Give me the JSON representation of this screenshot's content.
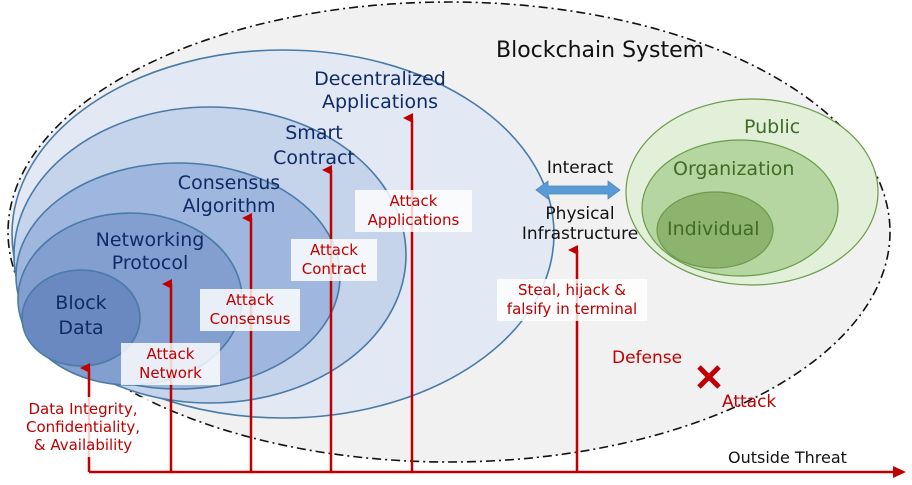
{
  "title": "Blockchain System",
  "colors": {
    "attack_red": "#c00000",
    "layer_text": "#0f2a66",
    "layer_stroke": "#4a7aa8",
    "green_stroke": "#6a9a4a",
    "interact_arrow": "#5b9bd5",
    "system_fill": "#f1f1f1"
  },
  "layers": [
    {
      "name": "Decentralized Applications",
      "line1": "Decentralized",
      "line2": "Applications",
      "fill": "#e3e9f4"
    },
    {
      "name": "Smart Contract",
      "line1": "Smart",
      "line2": "Contract",
      "fill": "#c5d4ea"
    },
    {
      "name": "Consensus Algorithm",
      "line1": "Consensus",
      "line2": "Algorithm",
      "fill": "#9fb6de"
    },
    {
      "name": "Networking Protocol",
      "line1": "Networking",
      "line2": "Protocol",
      "fill": "#839fcf"
    },
    {
      "name": "Block Data",
      "line1": "Block",
      "line2": "Data",
      "fill": "#6a89c0"
    }
  ],
  "attacks": [
    {
      "id": "data",
      "line1": "Data Integrity,",
      "line2": "Confidentiality,",
      "line3": "& Availability"
    },
    {
      "id": "network",
      "line1": "Attack",
      "line2": "Network"
    },
    {
      "id": "consensus",
      "line1": "Attack",
      "line2": "Consensus"
    },
    {
      "id": "contract",
      "line1": "Attack",
      "line2": "Contract"
    },
    {
      "id": "applications",
      "line1": "Attack",
      "line2": "Applications"
    },
    {
      "id": "terminal",
      "line1": "Steal, hijack &",
      "line2": "falsify in terminal"
    }
  ],
  "interact": {
    "label": "Interact",
    "infra_line1": "Physical",
    "infra_line2": "Infrastructure"
  },
  "people": [
    {
      "name": "Public",
      "fill": "#e2efd9"
    },
    {
      "name": "Organization",
      "fill": "#b5d6a0"
    },
    {
      "name": "Individual",
      "fill": "#8db46f"
    }
  ],
  "defense_label": "Defense",
  "attack_label": "Attack",
  "outside_threat": "Outside Threat"
}
